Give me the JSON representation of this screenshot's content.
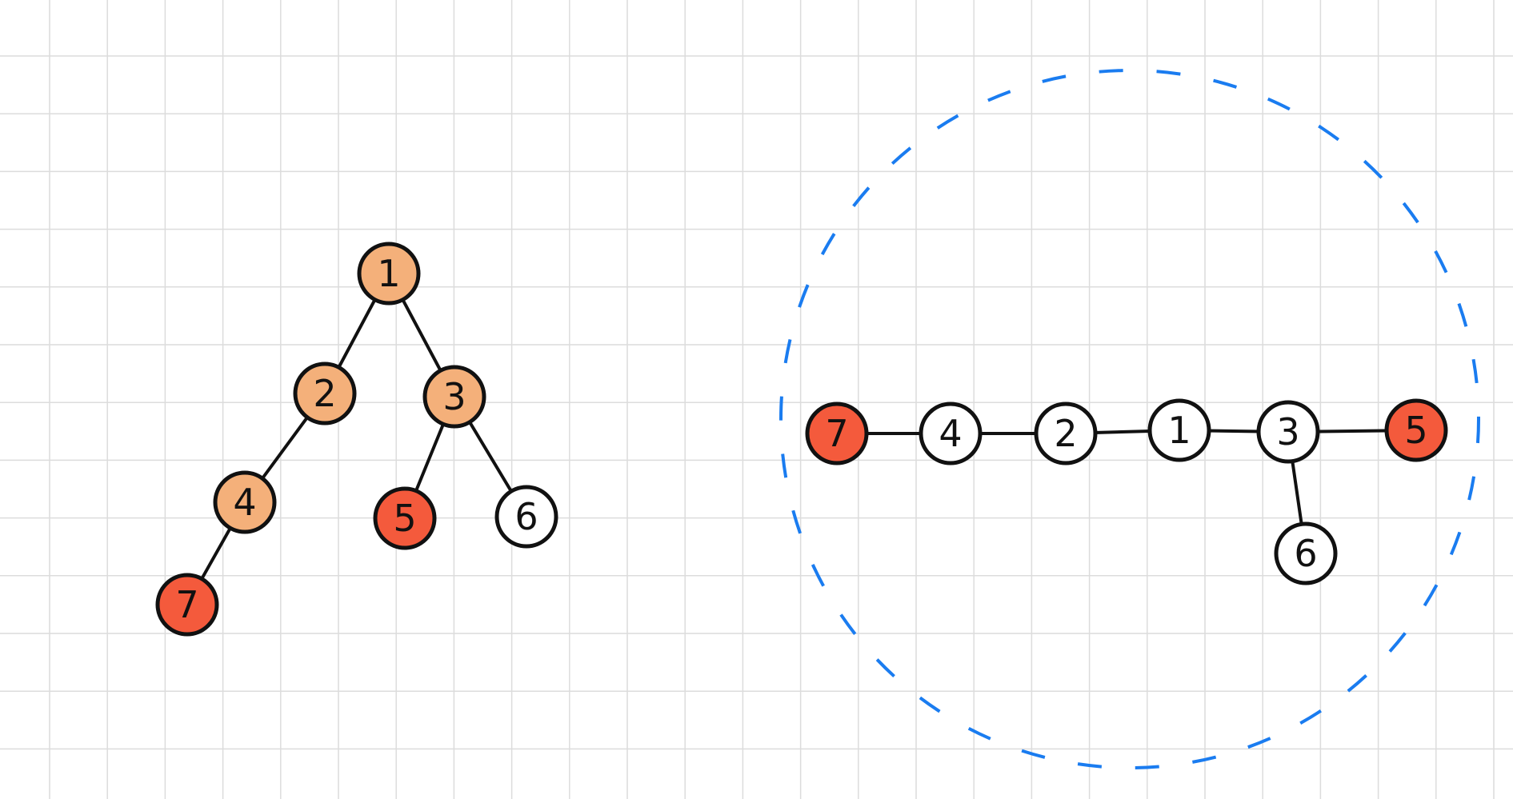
{
  "colors": {
    "highlight": "#f4b07a",
    "leaf": "#f45a3c",
    "plain": "#ffffff",
    "dashed_circle": "#1a7cf0",
    "grid": "#dcdcdc"
  },
  "left_tree": {
    "nodes": [
      {
        "id": "1",
        "label": "1",
        "fill": "highlight"
      },
      {
        "id": "2",
        "label": "2",
        "fill": "highlight"
      },
      {
        "id": "3",
        "label": "3",
        "fill": "highlight"
      },
      {
        "id": "4",
        "label": "4",
        "fill": "highlight"
      },
      {
        "id": "5",
        "label": "5",
        "fill": "leaf"
      },
      {
        "id": "6",
        "label": "6",
        "fill": "plain"
      },
      {
        "id": "7",
        "label": "7",
        "fill": "leaf"
      }
    ],
    "edges": [
      [
        "1",
        "2"
      ],
      [
        "1",
        "3"
      ],
      [
        "2",
        "4"
      ],
      [
        "4",
        "7"
      ],
      [
        "3",
        "5"
      ],
      [
        "3",
        "6"
      ]
    ]
  },
  "right_tree": {
    "nodes": [
      {
        "id": "7",
        "label": "7",
        "fill": "leaf"
      },
      {
        "id": "4",
        "label": "4",
        "fill": "plain"
      },
      {
        "id": "2",
        "label": "2",
        "fill": "plain"
      },
      {
        "id": "1",
        "label": "1",
        "fill": "plain"
      },
      {
        "id": "3",
        "label": "3",
        "fill": "plain"
      },
      {
        "id": "5",
        "label": "5",
        "fill": "leaf"
      },
      {
        "id": "6",
        "label": "6",
        "fill": "plain"
      }
    ],
    "edges": [
      [
        "7",
        "4"
      ],
      [
        "4",
        "2"
      ],
      [
        "2",
        "1"
      ],
      [
        "1",
        "3"
      ],
      [
        "3",
        "5"
      ],
      [
        "3",
        "6"
      ]
    ]
  }
}
